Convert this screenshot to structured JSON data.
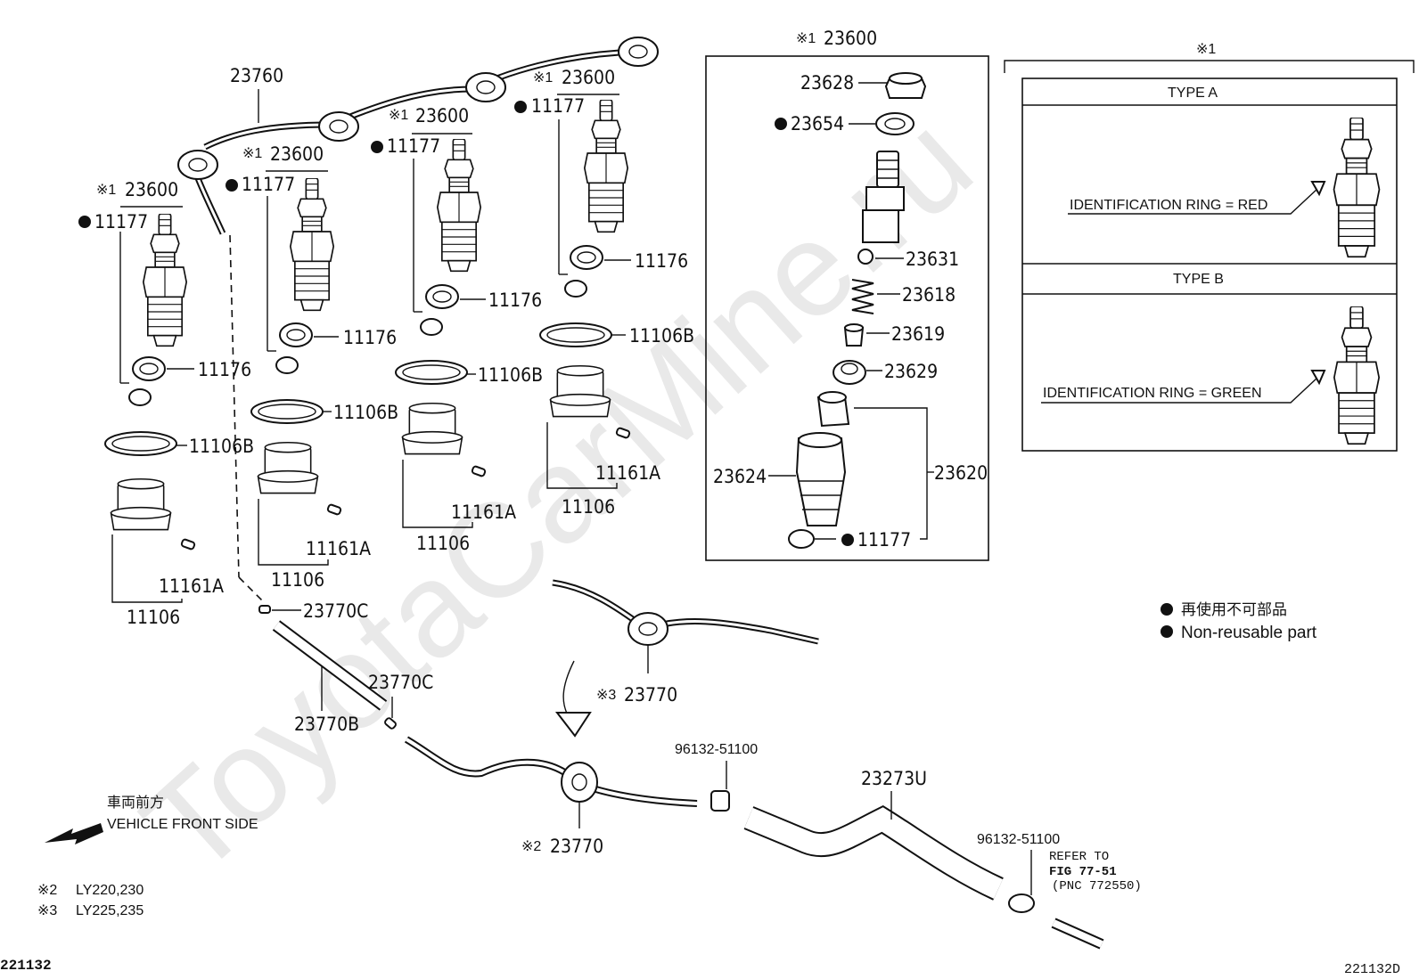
{
  "watermark": "ToyotaCarMine.ru",
  "figure_code_left": "221132",
  "figure_code_right": "221132D",
  "injectors": [
    {
      "note": "※1",
      "part": "23600",
      "washer": "11177",
      "seat": "11176",
      "gasket": "11106B",
      "pin": "11161A",
      "holder": "11106"
    },
    {
      "note": "※1",
      "part": "23600",
      "washer": "11177",
      "seat": "11176",
      "gasket": "11106B",
      "pin": "11161A",
      "holder": "11106"
    },
    {
      "note": "※1",
      "part": "23600",
      "washer": "11177",
      "seat": "11176",
      "gasket": "11106B",
      "pin": "11161A",
      "holder": "11106"
    },
    {
      "note": "※1",
      "part": "23600",
      "washer": "11177",
      "seat": "11176",
      "gasket": "11106B",
      "pin": "11161A",
      "holder": "11106"
    }
  ],
  "pipes": {
    "main": "23760",
    "clip_a": "23770C",
    "clip_b": "23770C",
    "hose": "23770B",
    "union_3": {
      "note": "※3",
      "part": "23770"
    },
    "union_2": {
      "note": "※2",
      "part": "23770"
    },
    "clamp_1": "96132-51100",
    "clamp_2": "96132-51100",
    "hose_main": "23273U",
    "refer_line1": "REFER TO",
    "refer_line2": "FIG 77-51",
    "refer_line3": "(PNC 772550)"
  },
  "exploded": {
    "note": "※1",
    "title": "23600",
    "parts": [
      "23628",
      "23654",
      "23631",
      "23618",
      "23619",
      "23629",
      "23624",
      "23620",
      "11177"
    ]
  },
  "type_box": {
    "note": "※1",
    "type_a": "TYPE A",
    "ring_a": "IDENTIFICATION RING = RED",
    "type_b": "TYPE B",
    "ring_b": "IDENTIFICATION RING = GREEN"
  },
  "legend": {
    "jp": "再使用不可部品",
    "en": "Non-reusable part"
  },
  "direction": {
    "jp": "車両前方",
    "en": "VEHICLE FRONT SIDE"
  },
  "footnotes": [
    {
      "mark": "※2",
      "text": "LY220,230"
    },
    {
      "mark": "※3",
      "text": "LY225,235"
    }
  ]
}
